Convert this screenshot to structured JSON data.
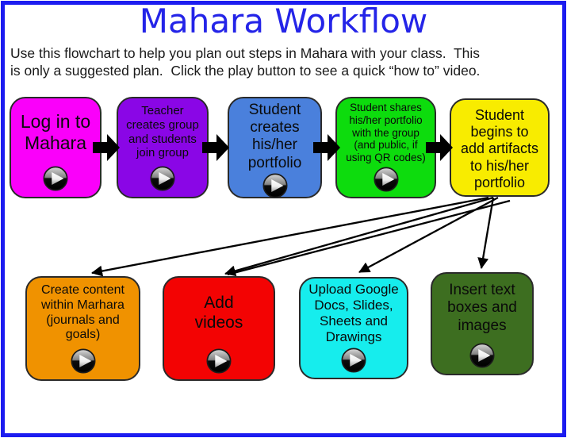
{
  "page": {
    "background": "#ffffff",
    "border_color": "#1c1cf0"
  },
  "header": {
    "title": "Mahara Workflow",
    "title_color": "#2424e8",
    "intro_line1": "Use this flowchart to help you plan out steps in Mahara with your class.  This",
    "intro_line2": "is only a suggested plan.  Click the play button to see a quick “how to” video."
  },
  "flowchart": {
    "arrow_color": "#000000",
    "node_border_color": "#2a2a2a",
    "icons": {
      "play": "glossy black/silver circle with right-pointing triangle"
    },
    "nodes": [
      {
        "id": "login",
        "label": "Log in to\nMahara",
        "color": "#fa00fa",
        "has_play": true
      },
      {
        "id": "create-group",
        "label": "Teacher\ncreates group\nand students\njoin group",
        "color": "#8a06e6",
        "has_play": true
      },
      {
        "id": "create-portfolio",
        "label": "Student\ncreates\nhis/her\nportfolio",
        "color": "#4a80dc",
        "has_play": true
      },
      {
        "id": "share-portfolio",
        "label": "Student shares\nhis/her portfolio\nwith the group\n(and public, if\nusing QR codes)",
        "color": "#0ddc0d",
        "has_play": true
      },
      {
        "id": "add-artifacts",
        "label": "Student\nbegins to\nadd artifacts\nto his/her\nportfolio",
        "color": "#f8ec00",
        "has_play": false
      },
      {
        "id": "create-content",
        "label": "Create content\nwithin Marhara\n(journals and\ngoals)",
        "color": "#f09200",
        "has_play": true
      },
      {
        "id": "add-videos",
        "label": "Add\nvideos",
        "color": "#f30303",
        "has_play": true
      },
      {
        "id": "upload-google",
        "label": "Upload Google\nDocs, Slides,\nSheets and\nDrawings",
        "color": "#16eded",
        "has_play": true
      },
      {
        "id": "insert-text",
        "label": "Insert text\nboxes and\nimages",
        "color": "#3d6e20",
        "has_play": true
      }
    ]
  }
}
